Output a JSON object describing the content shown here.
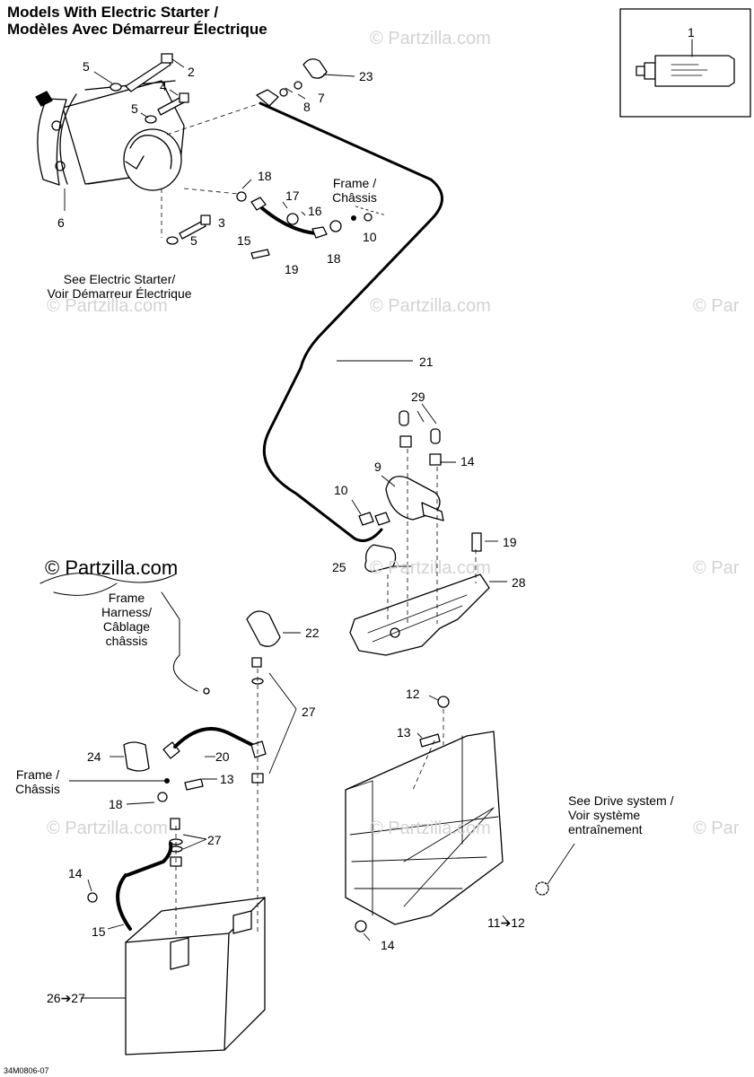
{
  "title": {
    "line1": "Models With Electric Starter /",
    "line2": "Modèles Avec Démarreur Électrique"
  },
  "notes": {
    "see_starter_1": "See Electric Starter/",
    "see_starter_2": "Voir Démarreur Électrique",
    "frame_top_1": "Frame /",
    "frame_top_2": "Châssis",
    "frame_left_1": "Frame /",
    "frame_left_2": "Châssis",
    "harness_1": "Frame",
    "harness_2": "Harness/",
    "harness_3": "Câblage",
    "harness_4": "châssis",
    "drive_1": "See Drive system /",
    "drive_2": "Voir système",
    "drive_3": "entraînement"
  },
  "part_numbers": {
    "p1": "1",
    "p2": "2",
    "p3": "3",
    "p4": "4",
    "p5a": "5",
    "p5b": "5",
    "p5c": "5",
    "p6": "6",
    "p7": "7",
    "p8": "8",
    "p9": "9",
    "p10a": "10",
    "p10b": "10",
    "p11": "11➔12",
    "p12": "12",
    "p13a": "13",
    "p13b": "13",
    "p14a": "14",
    "p14b": "14",
    "p14c": "14",
    "p15a": "15",
    "p15b": "15",
    "p16": "16",
    "p17": "17",
    "p18a": "18",
    "p18b": "18",
    "p18c": "18",
    "p19a": "19",
    "p19b": "19",
    "p20": "20",
    "p21": "21",
    "p22": "22",
    "p23": "23",
    "p24": "24",
    "p25": "25",
    "p26": "26➔27",
    "p27a": "27",
    "p27b": "27",
    "p28": "28",
    "p29": "29"
  },
  "watermark": {
    "main": "© Partzilla.com",
    "faint": "© Partzilla.com",
    "faint_cut": "© Par"
  },
  "diagram_code": "34M0806-07"
}
